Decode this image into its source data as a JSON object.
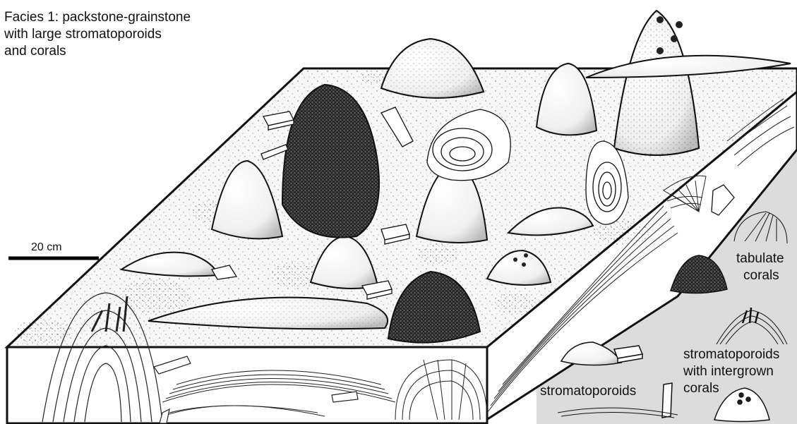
{
  "title": {
    "lines": [
      "Facies 1: packstone-grainstone",
      "with large stromatoporoids",
      "and corals"
    ]
  },
  "scale_bar": {
    "label": "20 cm"
  },
  "legend": {
    "tabulate": [
      "tabulate",
      "corals"
    ],
    "stromatoporoids": "stromatoporoids",
    "intergrown": [
      "stromatoporoids",
      "with intergrown",
      "corals"
    ]
  },
  "colors": {
    "background": "#ffffff",
    "legend_panel": "#dcdcdc",
    "ink": "#111111",
    "tabulate_fill": "#3a3a3a",
    "mound_fill": "#f4f4f4",
    "sand_fill": "#f7f7f7"
  }
}
